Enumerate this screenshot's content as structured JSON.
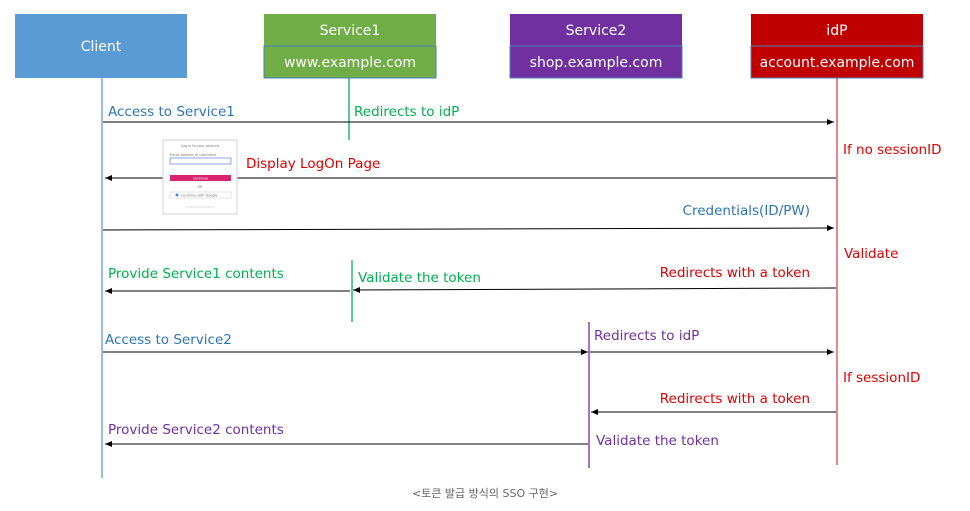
{
  "colors": {
    "client": "#5b9bd5",
    "service1": "#70ad47",
    "service2": "#7030a0",
    "idp": "#c00000",
    "blue_text": "#2e75b6",
    "green_text": "#00b050",
    "purple_text": "#7030a0",
    "red_text": "#e00000",
    "arrow": "#000000"
  },
  "actors": {
    "client": {
      "name": "Client"
    },
    "service1": {
      "name": "Service1",
      "domain": "www.example.com"
    },
    "service2": {
      "name": "Service2",
      "domain": "shop.example.com"
    },
    "idp": {
      "name": "idP",
      "domain": "account.example.com"
    }
  },
  "messages": {
    "access_service1": "Access to Service1",
    "redirects_idp_1": "Redirects to idP",
    "if_no_session": "If no sessionID",
    "display_logon": "Display LogOn Page",
    "credentials": "Credentials(ID/PW)",
    "validate": "Validate",
    "redirects_token_1": "Redirects with a token",
    "validate_token_1": "Validate the token",
    "provide_service1": "Provide Service1 contents",
    "access_service2": "Access to Service2",
    "redirects_idp_2": "Redirects to idP",
    "if_session": "If sessionID",
    "redirects_token_2": "Redirects with a token",
    "validate_token_2": "Validate the token",
    "provide_service2": "Provide Service2 contents"
  },
  "logon_thumbnail": {
    "title": "Log in to your account",
    "field_label": "Email address or username",
    "button": "Continue",
    "divider": "OR",
    "google": "Continue with Google"
  },
  "caption": "<토큰 발급 방식의 SSO 구현>"
}
